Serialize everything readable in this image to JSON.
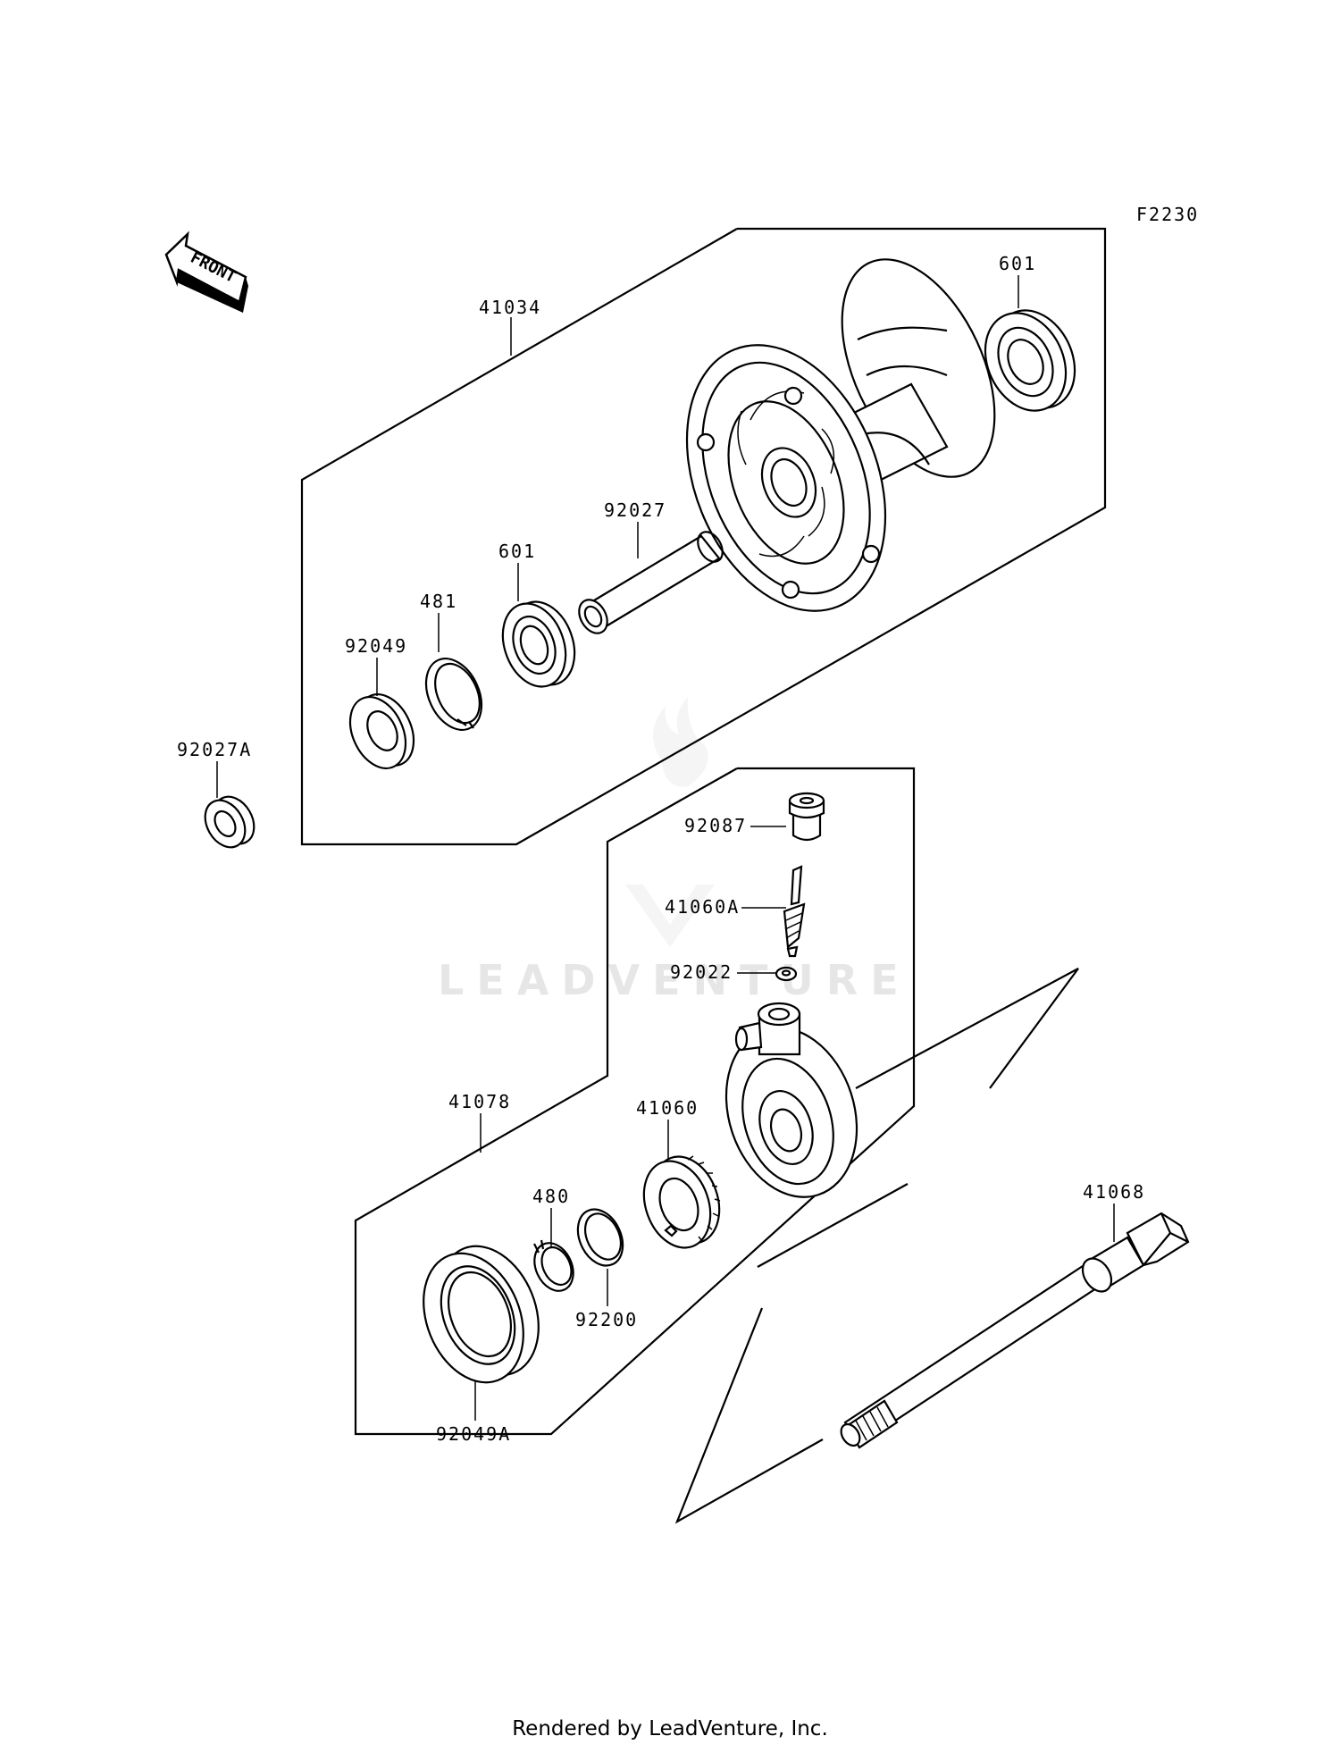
{
  "diagram_code": "F2230",
  "front_arrow_label": "FRONT",
  "watermark": "LEADVENTURE",
  "footer": "Rendered by LeadVenture, Inc.",
  "parts": {
    "p41034": "41034",
    "p601_top": "601",
    "p92027": "92027",
    "p601_mid": "601",
    "p481": "481",
    "p92049": "92049",
    "p92027A": "92027A",
    "p92087": "92087",
    "p41060A": "41060A",
    "p92022": "92022",
    "p41078": "41078",
    "p41060": "41060",
    "p480": "480",
    "p92200": "92200",
    "p92049A": "92049A",
    "p41068": "41068"
  }
}
